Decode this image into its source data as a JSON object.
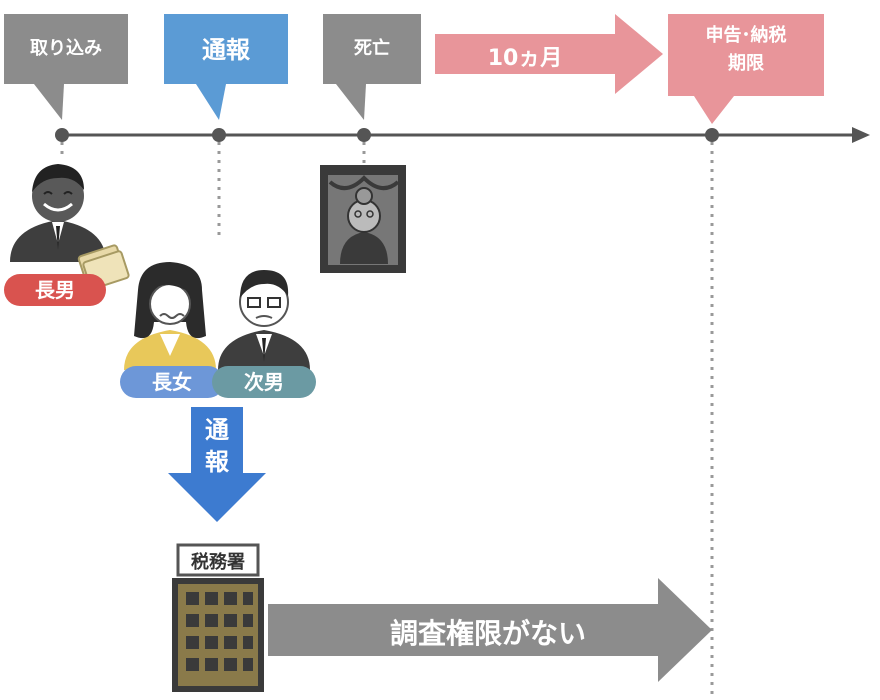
{
  "callouts": {
    "torikomi": "取り込み",
    "tsuho": "通報",
    "shibo": "死亡",
    "deadline": "申告･納税\n期限"
  },
  "period_arrow": "10ヵ月",
  "people": {
    "eldest_son": "長男",
    "eldest_daughter": "長女",
    "second_son": "次男"
  },
  "report_arrow": "通\n報",
  "tax_office": {
    "sign": "税務署",
    "no_authority_arrow": "調査権限がない"
  },
  "colors": {
    "gray": "#8c8c8c",
    "blue": "#5b9bd5",
    "pink": "#e8959a",
    "red_pill": "#d9534f",
    "blue_pill": "#6d97d8",
    "teal_pill": "#6b9aa3",
    "arrow_blue": "#3d7bd0"
  }
}
